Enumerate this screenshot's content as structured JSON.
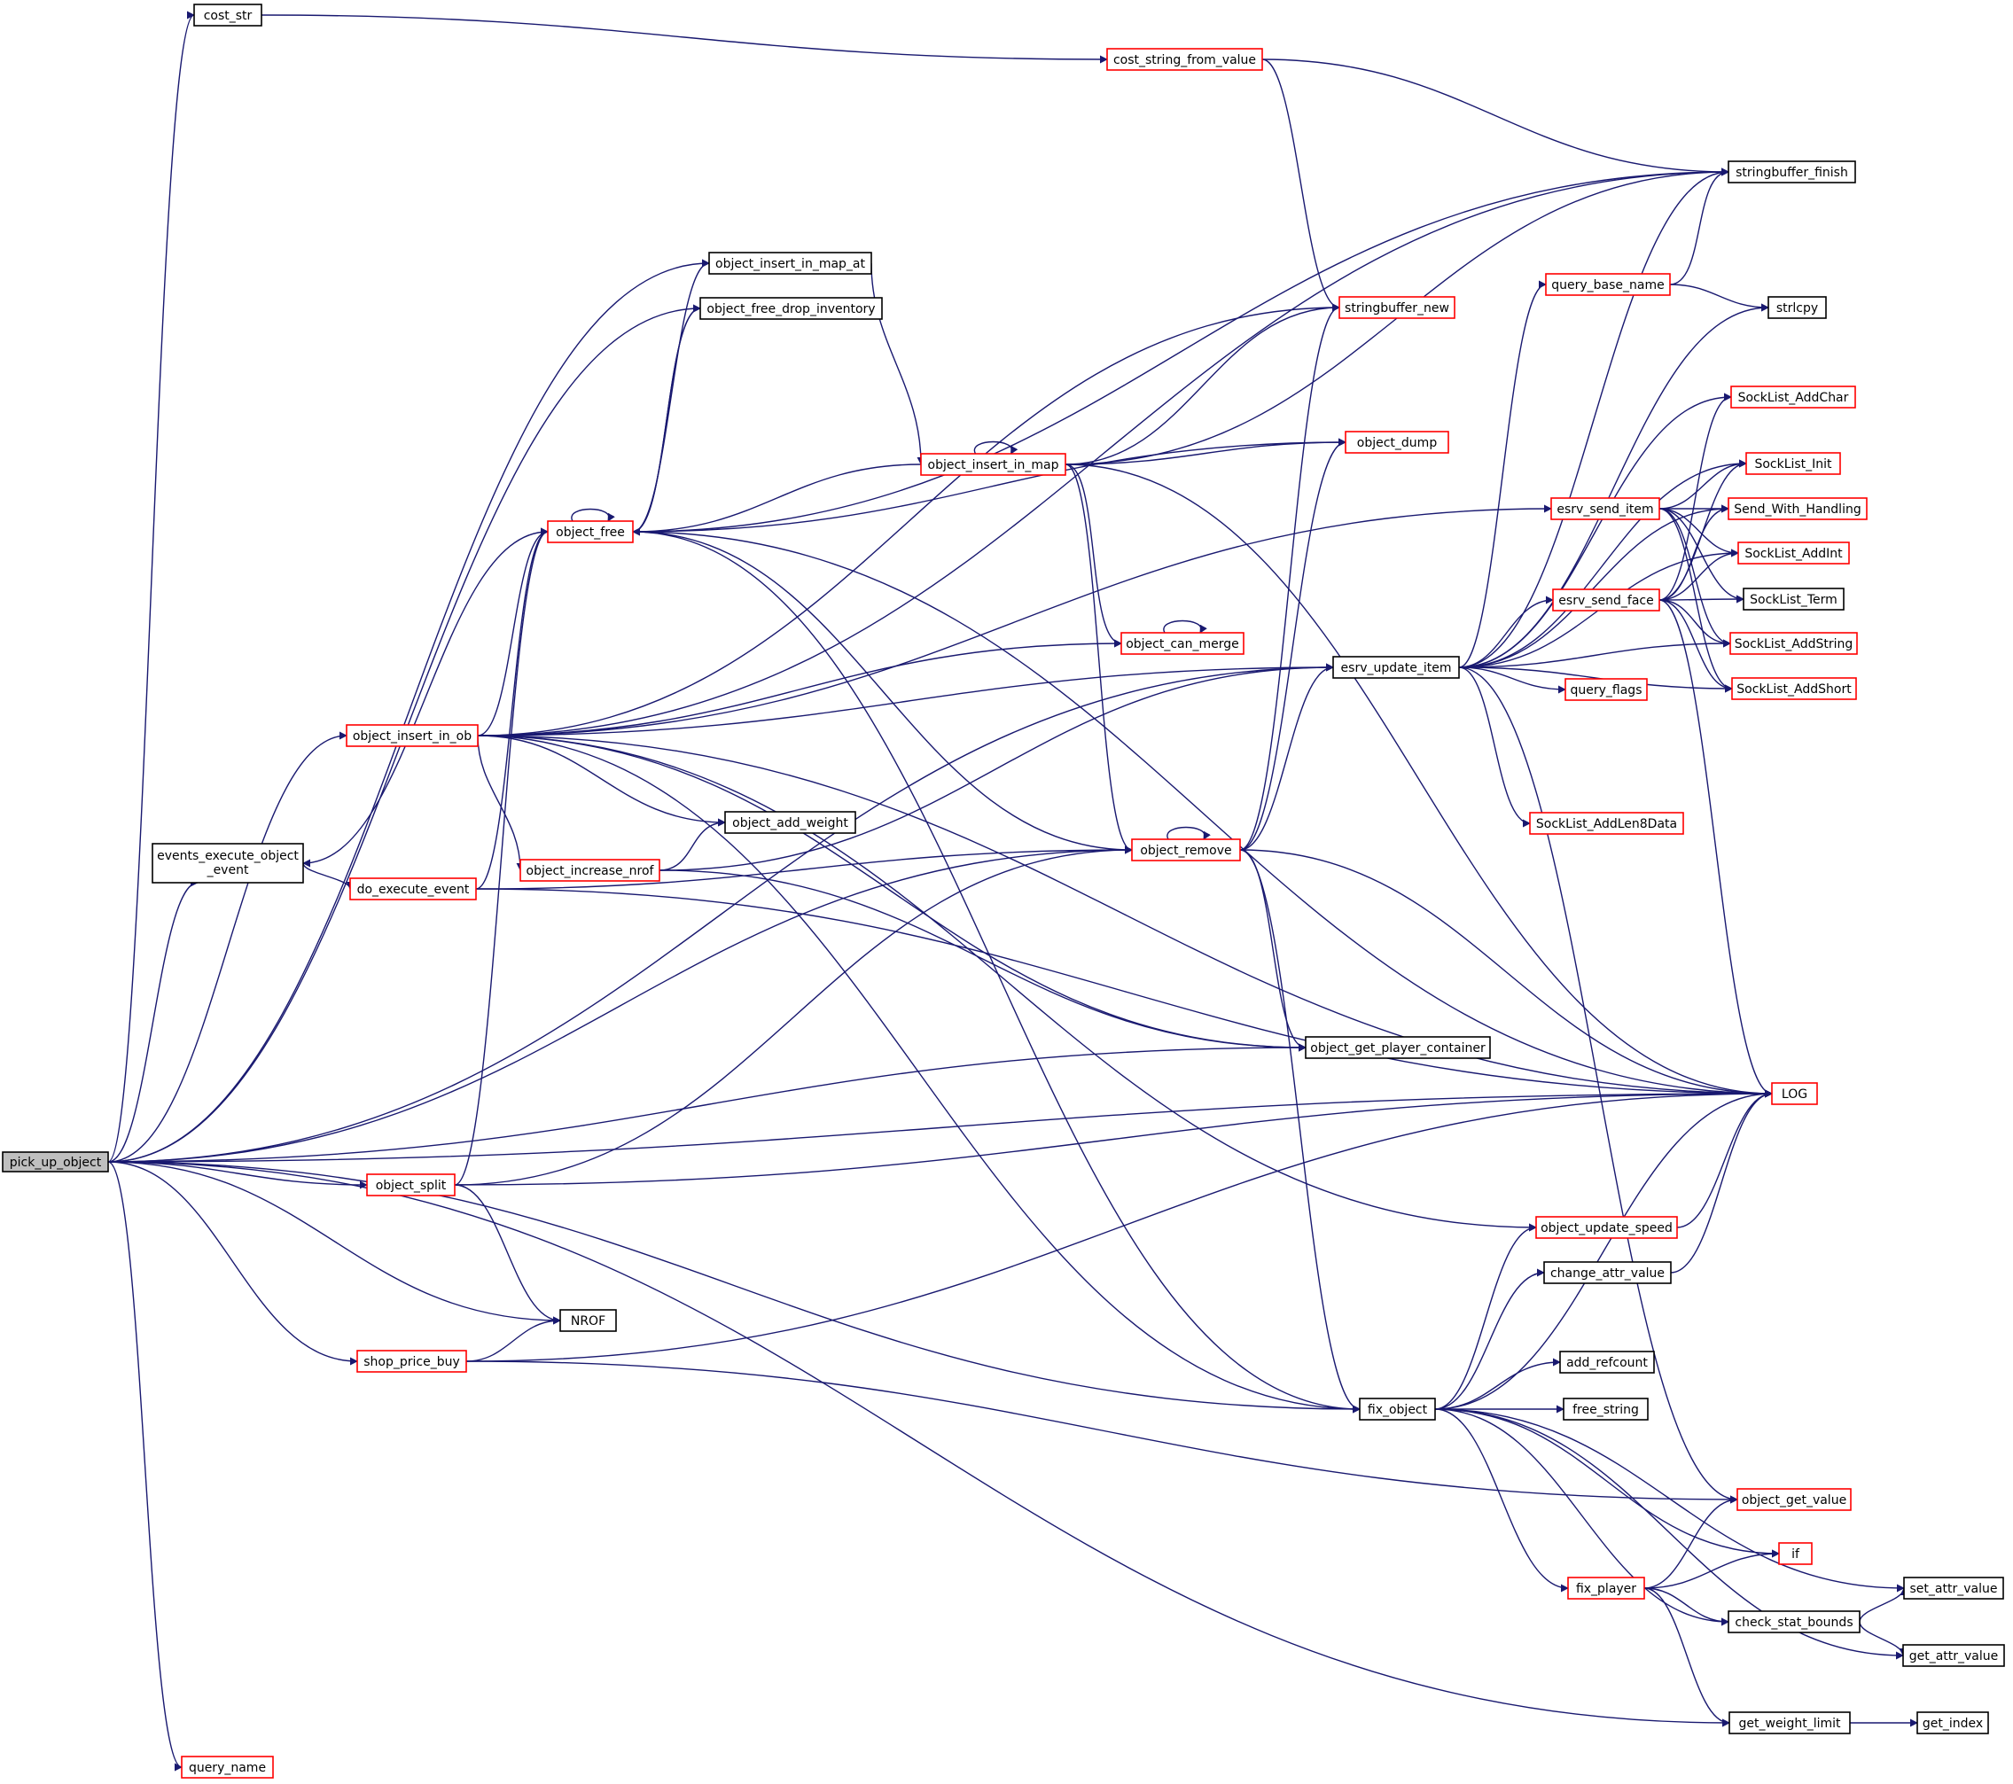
{
  "colors": {
    "edge": "#191970",
    "highlight_border": "#ff0000",
    "normal_border": "#000000",
    "root_fill": "#bfbfbf"
  },
  "nodes": {
    "pick_up_object": {
      "label": "pick_up_object",
      "style": "root"
    },
    "cost_str": {
      "label": "cost_str",
      "style": "black"
    },
    "cost_string_from_value": {
      "label": "cost_string_from_value",
      "style": "red"
    },
    "stringbuffer_finish": {
      "label": "stringbuffer_finish",
      "style": "black"
    },
    "stringbuffer_new": {
      "label": "stringbuffer_new",
      "style": "red"
    },
    "object_insert_in_map_at": {
      "label": "object_insert_in_map_at",
      "style": "black"
    },
    "object_free_drop_inventory": {
      "label": "object_free_drop_inventory",
      "style": "black"
    },
    "query_base_name": {
      "label": "query_base_name",
      "style": "red"
    },
    "strlcpy": {
      "label": "strlcpy",
      "style": "black"
    },
    "SockList_AddChar": {
      "label": "SockList_AddChar",
      "style": "red"
    },
    "object_insert_in_map": {
      "label": "object_insert_in_map",
      "style": "red"
    },
    "object_dump": {
      "label": "object_dump",
      "style": "red"
    },
    "SockList_Init": {
      "label": "SockList_Init",
      "style": "red"
    },
    "esrv_send_item": {
      "label": "esrv_send_item",
      "style": "red"
    },
    "Send_With_Handling": {
      "label": "Send_With_Handling",
      "style": "red"
    },
    "object_free": {
      "label": "object_free",
      "style": "red"
    },
    "SockList_AddInt": {
      "label": "SockList_AddInt",
      "style": "red"
    },
    "esrv_send_face": {
      "label": "esrv_send_face",
      "style": "red"
    },
    "SockList_Term": {
      "label": "SockList_Term",
      "style": "black"
    },
    "object_can_merge": {
      "label": "object_can_merge",
      "style": "red"
    },
    "SockList_AddString": {
      "label": "SockList_AddString",
      "style": "red"
    },
    "esrv_update_item": {
      "label": "esrv_update_item",
      "style": "black"
    },
    "query_flags": {
      "label": "query_flags",
      "style": "red"
    },
    "SockList_AddShort": {
      "label": "SockList_AddShort",
      "style": "red"
    },
    "object_insert_in_ob": {
      "label": "object_insert_in_ob",
      "style": "red"
    },
    "SockList_AddLen8Data": {
      "label": "SockList_AddLen8Data",
      "style": "red"
    },
    "object_add_weight": {
      "label": "object_add_weight",
      "style": "black"
    },
    "events_execute_object_event": {
      "label": "events_execute_object",
      "label2": "_event",
      "style": "black"
    },
    "object_remove": {
      "label": "object_remove",
      "style": "red"
    },
    "object_increase_nrof": {
      "label": "object_increase_nrof",
      "style": "red"
    },
    "do_execute_event": {
      "label": "do_execute_event",
      "style": "red"
    },
    "object_get_player_container": {
      "label": "object_get_player_container",
      "style": "black"
    },
    "LOG": {
      "label": "LOG",
      "style": "red"
    },
    "object_split": {
      "label": "object_split",
      "style": "red"
    },
    "object_update_speed": {
      "label": "object_update_speed",
      "style": "red"
    },
    "change_attr_value": {
      "label": "change_attr_value",
      "style": "black"
    },
    "NROF": {
      "label": "NROF",
      "style": "black"
    },
    "shop_price_buy": {
      "label": "shop_price_buy",
      "style": "red"
    },
    "add_refcount": {
      "label": "add_refcount",
      "style": "black"
    },
    "fix_object": {
      "label": "fix_object",
      "style": "black"
    },
    "free_string": {
      "label": "free_string",
      "style": "black"
    },
    "object_get_value": {
      "label": "object_get_value",
      "style": "red"
    },
    "if": {
      "label": "if",
      "style": "red"
    },
    "fix_player": {
      "label": "fix_player",
      "style": "red"
    },
    "set_attr_value": {
      "label": "set_attr_value",
      "style": "black"
    },
    "check_stat_bounds": {
      "label": "check_stat_bounds",
      "style": "black"
    },
    "get_attr_value": {
      "label": "get_attr_value",
      "style": "black"
    },
    "get_weight_limit": {
      "label": "get_weight_limit",
      "style": "black"
    },
    "get_index": {
      "label": "get_index",
      "style": "black"
    },
    "query_name": {
      "label": "query_name",
      "style": "red"
    }
  },
  "edges": [
    [
      "pick_up_object",
      "cost_str"
    ],
    [
      "pick_up_object",
      "events_execute_object_event"
    ],
    [
      "pick_up_object",
      "object_insert_in_ob"
    ],
    [
      "pick_up_object",
      "object_insert_in_map_at"
    ],
    [
      "pick_up_object",
      "object_free_drop_inventory"
    ],
    [
      "pick_up_object",
      "object_split"
    ],
    [
      "pick_up_object",
      "NROF"
    ],
    [
      "pick_up_object",
      "shop_price_buy"
    ],
    [
      "pick_up_object",
      "LOG"
    ],
    [
      "pick_up_object",
      "esrv_update_item"
    ],
    [
      "pick_up_object",
      "object_remove"
    ],
    [
      "pick_up_object",
      "object_get_player_container"
    ],
    [
      "pick_up_object",
      "fix_object"
    ],
    [
      "pick_up_object",
      "get_weight_limit"
    ],
    [
      "pick_up_object",
      "query_name"
    ],
    [
      "cost_str",
      "cost_string_from_value"
    ],
    [
      "cost_string_from_value",
      "stringbuffer_finish"
    ],
    [
      "cost_string_from_value",
      "stringbuffer_new"
    ],
    [
      "events_execute_object_event",
      "do_execute_event"
    ],
    [
      "do_execute_event",
      "object_free"
    ],
    [
      "do_execute_event",
      "object_remove"
    ],
    [
      "do_execute_event",
      "LOG"
    ],
    [
      "object_insert_in_ob",
      "stringbuffer_finish"
    ],
    [
      "object_insert_in_ob",
      "stringbuffer_new"
    ],
    [
      "object_insert_in_ob",
      "esrv_send_item"
    ],
    [
      "object_insert_in_ob",
      "object_free"
    ],
    [
      "object_insert_in_ob",
      "object_can_merge"
    ],
    [
      "object_insert_in_ob",
      "esrv_update_item"
    ],
    [
      "object_insert_in_ob",
      "object_add_weight"
    ],
    [
      "object_insert_in_ob",
      "object_increase_nrof"
    ],
    [
      "object_insert_in_ob",
      "object_get_player_container"
    ],
    [
      "object_insert_in_ob",
      "LOG"
    ],
    [
      "object_insert_in_ob",
      "fix_object"
    ],
    [
      "object_insert_in_ob",
      "object_update_speed"
    ],
    [
      "object_increase_nrof",
      "object_add_weight"
    ],
    [
      "object_increase_nrof",
      "esrv_update_item"
    ],
    [
      "object_increase_nrof",
      "object_get_player_container"
    ],
    [
      "object_split",
      "object_free"
    ],
    [
      "object_split",
      "object_remove"
    ],
    [
      "object_split",
      "NROF"
    ],
    [
      "object_split",
      "LOG"
    ],
    [
      "shop_price_buy",
      "NROF"
    ],
    [
      "shop_price_buy",
      "LOG"
    ],
    [
      "shop_price_buy",
      "object_get_value"
    ],
    [
      "object_free",
      "object_insert_in_map_at"
    ],
    [
      "object_free",
      "object_free_drop_inventory"
    ],
    [
      "object_free",
      "object_free"
    ],
    [
      "object_free",
      "stringbuffer_finish"
    ],
    [
      "object_free",
      "object_dump"
    ],
    [
      "object_free",
      "object_remove"
    ],
    [
      "object_free",
      "LOG"
    ],
    [
      "object_free",
      "events_execute_object_event"
    ],
    [
      "object_free",
      "fix_object"
    ],
    [
      "object_insert_in_map_at",
      "object_insert_in_map"
    ],
    [
      "object_free_drop_inventory",
      "object_free"
    ],
    [
      "object_insert_in_map",
      "object_insert_in_map"
    ],
    [
      "object_insert_in_map",
      "stringbuffer_new"
    ],
    [
      "object_insert_in_map",
      "stringbuffer_finish"
    ],
    [
      "object_insert_in_map",
      "object_dump"
    ],
    [
      "object_insert_in_map",
      "object_free"
    ],
    [
      "object_insert_in_map",
      "object_can_merge"
    ],
    [
      "object_insert_in_map",
      "object_remove"
    ],
    [
      "object_insert_in_map",
      "LOG"
    ],
    [
      "object_can_merge",
      "object_can_merge"
    ],
    [
      "object_remove",
      "object_remove"
    ],
    [
      "object_remove",
      "object_dump"
    ],
    [
      "object_remove",
      "stringbuffer_new"
    ],
    [
      "object_remove",
      "esrv_update_item"
    ],
    [
      "object_remove",
      "object_get_player_container"
    ],
    [
      "object_remove",
      "LOG"
    ],
    [
      "object_remove",
      "fix_object"
    ],
    [
      "esrv_update_item",
      "stringbuffer_finish"
    ],
    [
      "esrv_update_item",
      "query_base_name"
    ],
    [
      "esrv_update_item",
      "strlcpy"
    ],
    [
      "esrv_update_item",
      "SockList_AddChar"
    ],
    [
      "esrv_update_item",
      "SockList_Init"
    ],
    [
      "esrv_update_item",
      "Send_With_Handling"
    ],
    [
      "esrv_update_item",
      "SockList_AddInt"
    ],
    [
      "esrv_update_item",
      "esrv_send_face"
    ],
    [
      "esrv_update_item",
      "SockList_AddString"
    ],
    [
      "esrv_update_item",
      "SockList_AddShort"
    ],
    [
      "esrv_update_item",
      "query_flags"
    ],
    [
      "esrv_update_item",
      "SockList_AddLen8Data"
    ],
    [
      "esrv_update_item",
      "object_get_value"
    ],
    [
      "query_base_name",
      "stringbuffer_finish"
    ],
    [
      "query_base_name",
      "strlcpy"
    ],
    [
      "esrv_send_item",
      "SockList_Init"
    ],
    [
      "esrv_send_item",
      "Send_With_Handling"
    ],
    [
      "esrv_send_item",
      "SockList_AddInt"
    ],
    [
      "esrv_send_item",
      "SockList_Term"
    ],
    [
      "esrv_send_item",
      "SockList_AddString"
    ],
    [
      "esrv_send_item",
      "SockList_AddShort"
    ],
    [
      "esrv_send_face",
      "SockList_AddChar"
    ],
    [
      "esrv_send_face",
      "SockList_Init"
    ],
    [
      "esrv_send_face",
      "Send_With_Handling"
    ],
    [
      "esrv_send_face",
      "SockList_AddInt"
    ],
    [
      "esrv_send_face",
      "SockList_Term"
    ],
    [
      "esrv_send_face",
      "SockList_AddString"
    ],
    [
      "esrv_send_face",
      "SockList_AddShort"
    ],
    [
      "esrv_send_face",
      "LOG"
    ],
    [
      "fix_object",
      "object_update_speed"
    ],
    [
      "fix_object",
      "change_attr_value"
    ],
    [
      "fix_object",
      "add_refcount"
    ],
    [
      "fix_object",
      "free_string"
    ],
    [
      "fix_object",
      "LOG"
    ],
    [
      "fix_object",
      "if"
    ],
    [
      "fix_object",
      "fix_player"
    ],
    [
      "fix_object",
      "set_attr_value"
    ],
    [
      "fix_object",
      "check_stat_bounds"
    ],
    [
      "fix_object",
      "get_attr_value"
    ],
    [
      "object_update_speed",
      "LOG"
    ],
    [
      "change_attr_value",
      "LOG"
    ],
    [
      "fix_player",
      "object_get_value"
    ],
    [
      "fix_player",
      "if"
    ],
    [
      "fix_player",
      "check_stat_bounds"
    ],
    [
      "fix_player",
      "get_weight_limit"
    ],
    [
      "check_stat_bounds",
      "set_attr_value"
    ],
    [
      "check_stat_bounds",
      "get_attr_value"
    ],
    [
      "get_weight_limit",
      "get_index"
    ]
  ]
}
